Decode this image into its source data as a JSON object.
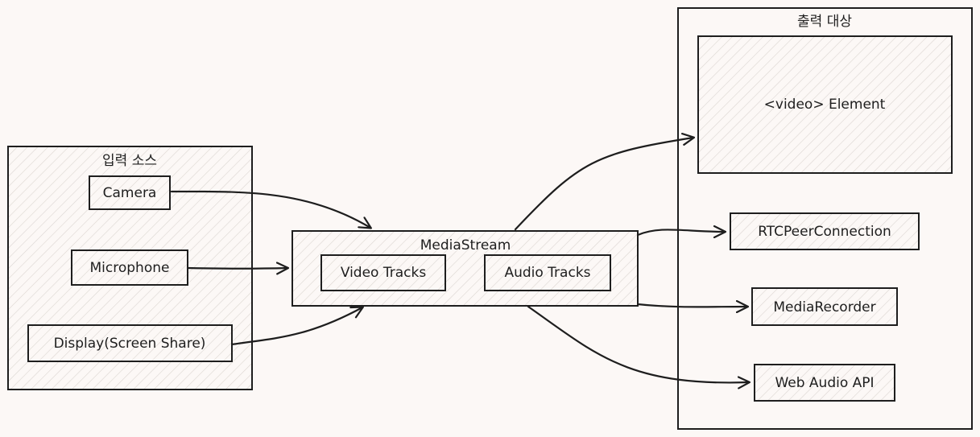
{
  "input_group": {
    "title": "입력 소스",
    "camera": "Camera",
    "microphone": "Microphone",
    "display": "Display(Screen Share)"
  },
  "media_stream": {
    "title": "MediaStream",
    "video_tracks": "Video Tracks",
    "audio_tracks": "Audio Tracks"
  },
  "output_group": {
    "title": "출력 대상",
    "video_element": "<video> Element",
    "rtc": "RTCPeerConnection",
    "recorder": "MediaRecorder",
    "web_audio": "Web Audio API"
  },
  "colors": {
    "stroke": "#1e1e1e",
    "background": "#fcf8f6",
    "hatch": "#d9d4d0"
  }
}
